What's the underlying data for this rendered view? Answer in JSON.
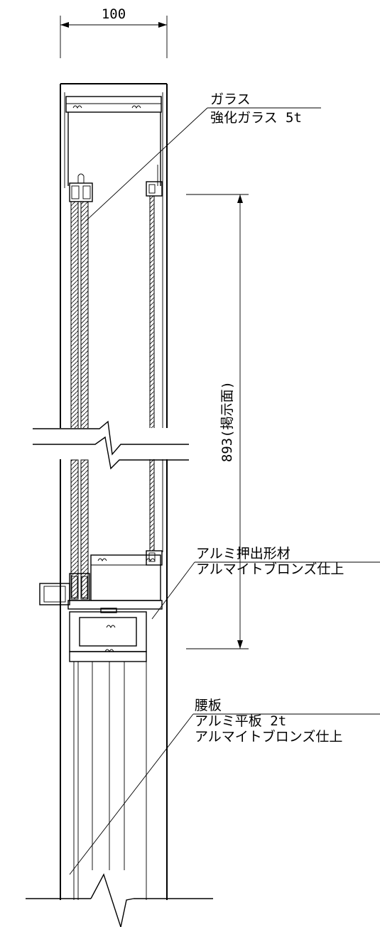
{
  "dimensions": {
    "width_label": "100",
    "height_label": "893(掲示面)"
  },
  "callouts": {
    "glass": {
      "title": "ガラス",
      "spec": "強化ガラス 5t"
    },
    "frame": {
      "title": "アルミ押出形材",
      "spec": "アルマイトブロンズ仕上"
    },
    "waist_panel": {
      "title": "腰板",
      "spec_1": "アルミ平板 2t",
      "spec_2": "アルマイトブロンズ仕上"
    }
  }
}
